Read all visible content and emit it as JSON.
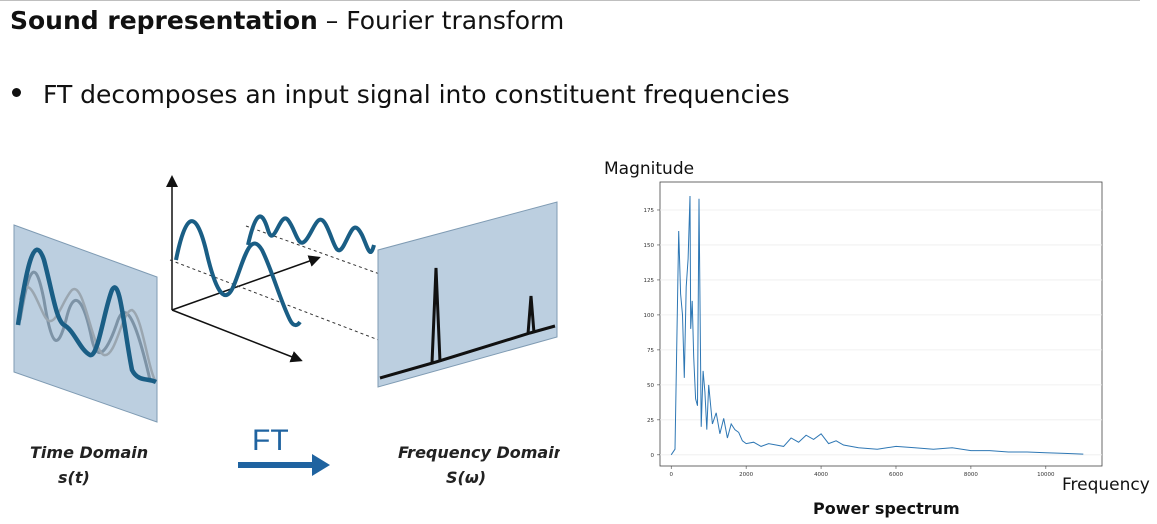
{
  "slide": {
    "title_bold": "Sound representation",
    "title_sep": "–",
    "title_rest": "Fourier transform",
    "bullet": "FT decomposes an input signal into constituent frequencies"
  },
  "diagram": {
    "time_domain_label": "Time Domain",
    "time_domain_symbol": "s(t)",
    "ft_label": "FT",
    "freq_domain_label": "Frequency Domain",
    "freq_domain_symbol": "S(ω)",
    "colors": {
      "wave": "#1a5e85",
      "panel": "#bccfe0",
      "arrow": "#1f63a0"
    }
  },
  "chart_data": {
    "type": "line",
    "title": "Power spectrum",
    "xlabel": "Frequency",
    "ylabel": "Magnitude",
    "xlim": [
      -300,
      11500
    ],
    "ylim": [
      -8,
      195
    ],
    "xticks": [
      0,
      2000,
      4000,
      6000,
      8000,
      10000
    ],
    "yticks": [
      0,
      25,
      50,
      75,
      100,
      125,
      150,
      175
    ],
    "grid": true,
    "color": "#2e77b4",
    "x": [
      0,
      100,
      200,
      250,
      300,
      350,
      400,
      450,
      500,
      520,
      560,
      600,
      650,
      700,
      740,
      800,
      850,
      900,
      950,
      1000,
      1100,
      1200,
      1300,
      1400,
      1500,
      1600,
      1700,
      1800,
      1900,
      2000,
      2200,
      2400,
      2600,
      2800,
      3000,
      3200,
      3400,
      3600,
      3800,
      4000,
      4200,
      4400,
      4600,
      4800,
      5000,
      5500,
      6000,
      6500,
      7000,
      7500,
      8000,
      8500,
      9000,
      9500,
      10000,
      10500,
      11000
    ],
    "y": [
      0,
      4,
      160,
      115,
      100,
      55,
      120,
      140,
      185,
      90,
      110,
      70,
      40,
      35,
      183,
      20,
      60,
      45,
      18,
      50,
      22,
      30,
      15,
      26,
      12,
      22,
      18,
      16,
      10,
      8,
      9,
      6,
      8,
      7,
      6,
      12,
      9,
      14,
      11,
      15,
      8,
      10,
      7,
      6,
      5,
      4,
      6,
      5,
      4,
      5,
      3,
      3,
      2,
      2,
      1.5,
      1,
      0.5
    ]
  }
}
